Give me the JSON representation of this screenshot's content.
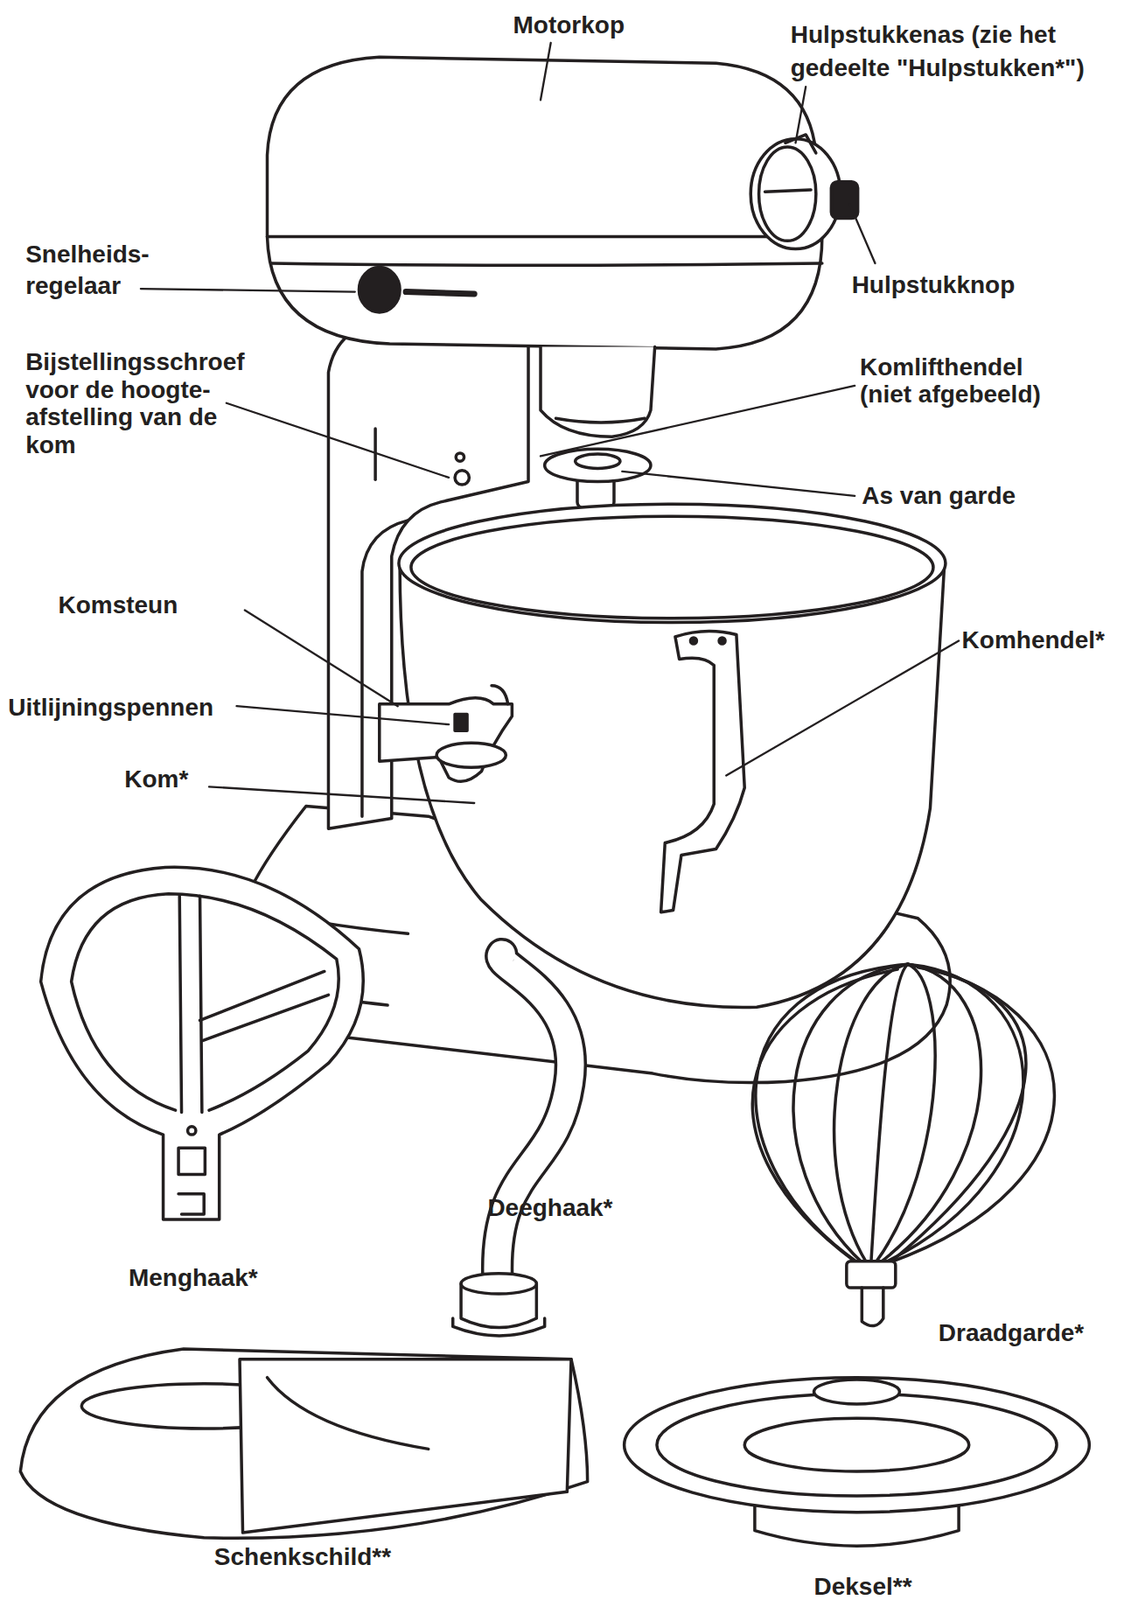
{
  "diagram": {
    "labels": [
      "Motorkop",
      "Hulpstukkenas (zie het gedeelte \"Hulpstukken*\")",
      "Snelheids- regelaar",
      "Hulpstukknop",
      "Bijstellingsschroef voor de hoogte- afstelling van de kom",
      "Komlifthendel (niet afgebeeld)",
      "As van garde",
      "Komsteun",
      "Komhendel*",
      "Uitlijningspennen",
      "Kom*",
      "Deeghaak*",
      "Menghaak*",
      "Draadgarde*",
      "Schenkschild**",
      "Deksel**"
    ]
  }
}
